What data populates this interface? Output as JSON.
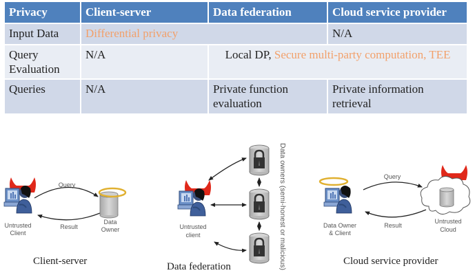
{
  "table": {
    "headers": [
      "Privacy",
      "Client-server",
      "Data federation",
      "Cloud service provider"
    ],
    "rows": [
      {
        "label": "Input Data",
        "client_server_and_federation": "Differential privacy",
        "cloud": "N/A"
      },
      {
        "label": "Query Evaluation",
        "client_server": "N/A",
        "federation_and_cloud_prefix": "Local DP, ",
        "federation_and_cloud_highlight": "Secure multi-party computation, TEE"
      },
      {
        "label": "Queries",
        "client_server": "N/A",
        "federation": "Private function evaluation",
        "cloud": "Private information retrieval"
      }
    ],
    "colors": {
      "header_bg": "#4f81bd",
      "row_dark_bg": "#d0d8e8",
      "row_light_bg": "#e9edf4",
      "highlight_text": "#f2a06a"
    }
  },
  "diagrams": {
    "client_server": {
      "caption": "Client-server",
      "client_label_1": "Untrusted",
      "client_label_2": "Client",
      "owner_label_1": "Data",
      "owner_label_2": "Owner",
      "arrow_top": "Query",
      "arrow_bottom": "Result"
    },
    "data_federation": {
      "caption": "Data federation",
      "client_label_1": "Untrusted",
      "client_label_2": "client",
      "owners_label": "Data owners (semi-honest or malicious)"
    },
    "cloud": {
      "caption": "Cloud service provider",
      "owner_label_1": "Data Owner",
      "owner_label_2": "& Client",
      "cloud_label_1": "Untrusted",
      "cloud_label_2": "Cloud",
      "arrow_top": "Query",
      "arrow_bottom": "Result"
    }
  }
}
